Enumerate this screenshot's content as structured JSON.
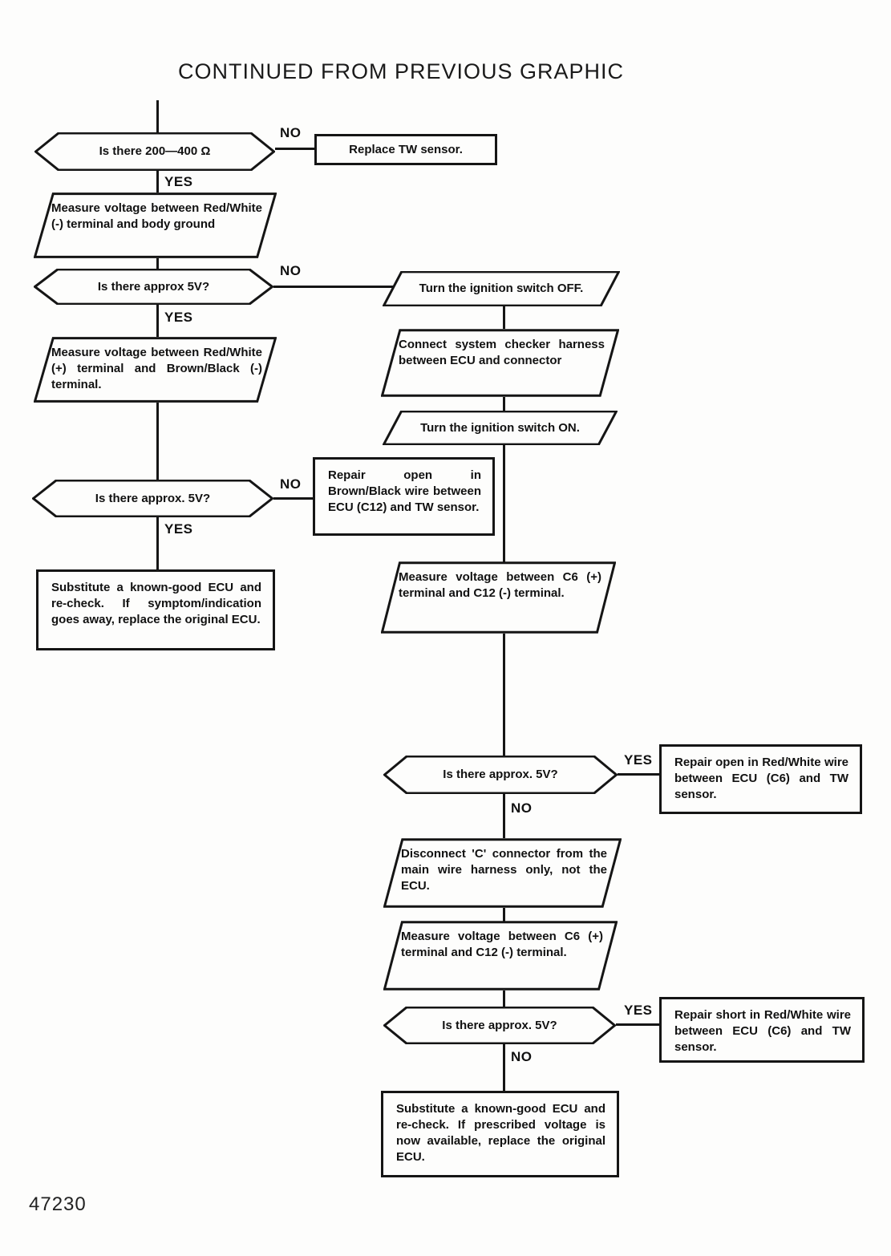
{
  "page": {
    "title": "CONTINUED FROM PREVIOUS GRAPHIC",
    "figure_number": "47230"
  },
  "flowchart": {
    "labels": {
      "yes": "YES",
      "no": "NO"
    },
    "nodes": {
      "d1": {
        "type": "decision",
        "text": "Is there 200—400 Ω"
      },
      "r1": {
        "type": "process",
        "text": "Replace TW sensor."
      },
      "p1": {
        "type": "io",
        "text": "Measure voltage between Red/White (-) terminal and body ground"
      },
      "d2": {
        "type": "decision",
        "text": "Is there approx 5V?"
      },
      "p3": {
        "type": "io",
        "text": "Turn the ignition switch OFF."
      },
      "p2": {
        "type": "io",
        "text": "Measure voltage between Red/White (+) terminal and Brown/Black (-) terminal."
      },
      "p4": {
        "type": "io",
        "text": "Connect system checker harness between ECU and connector"
      },
      "p5": {
        "type": "io",
        "text": "Turn the ignition switch ON."
      },
      "d3": {
        "type": "decision",
        "text": "Is there approx. 5V?"
      },
      "r2": {
        "type": "process",
        "text": "Repair open in Brown/Black wire between ECU (C12) and TW sensor."
      },
      "r3": {
        "type": "terminal",
        "text": "Substitute a known-good ECU and re-check. If symptom/indication goes away, replace the original ECU."
      },
      "p6": {
        "type": "io",
        "text": "Measure voltage between C6 (+) terminal and C12 (-) terminal."
      },
      "d4": {
        "type": "decision",
        "text": "Is there approx. 5V?"
      },
      "r4": {
        "type": "process",
        "text": "Repair open in Red/White wire between ECU (C6) and TW sensor."
      },
      "p7": {
        "type": "io",
        "text": "Disconnect 'C' connector from the main wire harness only, not the ECU."
      },
      "p8": {
        "type": "io",
        "text": "Measure voltage between C6 (+) terminal and C12 (-) terminal."
      },
      "d5": {
        "type": "decision",
        "text": "Is there approx. 5V?"
      },
      "r5": {
        "type": "process",
        "text": "Repair short in Red/White wire between ECU (C6) and TW sensor."
      },
      "r6": {
        "type": "terminal",
        "text": "Substitute a known-good ECU and re-check. If prescribed voltage is now available, replace the original ECU."
      }
    }
  }
}
